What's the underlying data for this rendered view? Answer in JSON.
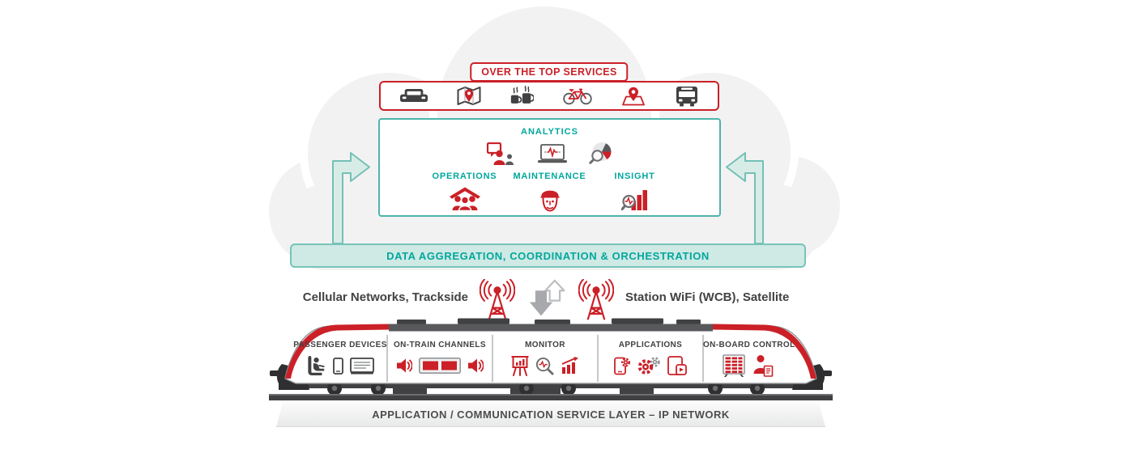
{
  "cloud": {
    "ott": {
      "label": "OVER THE TOP SERVICES",
      "icons": [
        "car-icon",
        "map-route-icon",
        "coffee-icon",
        "bicycle-icon",
        "location-pin-icon",
        "bus-icon"
      ]
    },
    "analytics": {
      "title": "ANALYTICS",
      "top_icons": [
        "advisor-chat-icon",
        "laptop-pulse-icon",
        "pie-search-icon"
      ],
      "columns": [
        {
          "label": "OPERATIONS",
          "icon": "operations-depot-icon"
        },
        {
          "label": "MAINTENANCE",
          "icon": "maintenance-worker-icon"
        },
        {
          "label": "INSIGHT",
          "icon": "insight-chart-icon"
        }
      ]
    }
  },
  "aggregation_bar": {
    "label": "DATA AGGREGATION, COORDINATION & ORCHESTRATION"
  },
  "connectivity": {
    "left_label": "Cellular Networks, Trackside",
    "right_label": "Station WiFi (WCB), Satellite",
    "icons": [
      "radio-mast-icon",
      "up-down-arrows-icon",
      "radio-mast-icon"
    ]
  },
  "train": {
    "sections": [
      {
        "label": "PASSENGER DEVICES",
        "icons": [
          "passenger-seat-icon",
          "smartphone-icon",
          "seatback-screen-icon"
        ]
      },
      {
        "label": "ON-TRAIN CHANNELS",
        "icons": [
          "speaker-icon",
          "dual-display-icon",
          "speaker-icon"
        ]
      },
      {
        "label": "MONITOR",
        "icons": [
          "easel-chart-icon",
          "magnifier-pulse-icon",
          "growth-chart-icon"
        ]
      },
      {
        "label": "APPLICATIONS",
        "icons": [
          "phone-gear-icon",
          "gears-icon",
          "tablet-media-icon"
        ]
      },
      {
        "label": "ON-BOARD CONTROL",
        "icons": [
          "server-rack-icon",
          "operator-report-icon"
        ]
      }
    ]
  },
  "base_layer": {
    "label": "APPLICATION / COMMUNICATION SERVICE LAYER – IP NETWORK"
  },
  "colors": {
    "red": "#cb2027",
    "teal": "#00a79d",
    "teal_border": "#77c4b9",
    "teal_fill": "#cfe9e4",
    "arrow_fill": "#d8ece7",
    "dark_gray": "#414042",
    "roof_gray": "#58595b",
    "cloud_gray": "#f2f2f3"
  }
}
